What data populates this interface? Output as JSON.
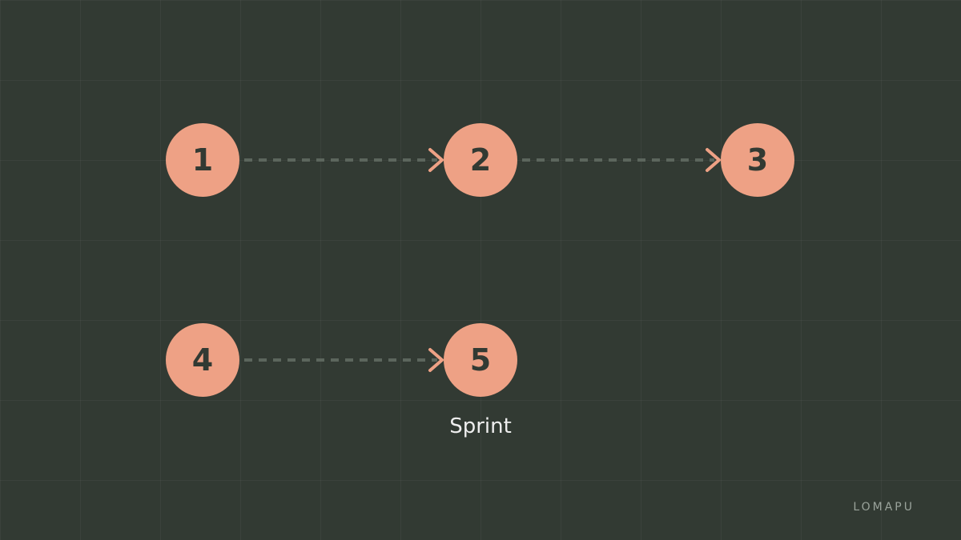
{
  "theme": {
    "background": "#323a33",
    "node_fill": "#eea185",
    "node_text": "#323a33",
    "label_text": "#eeeeee",
    "connector": "#5c665d",
    "arrow": "#eea185",
    "brand_text": "#9aa39b"
  },
  "steps": [
    {
      "number": "1",
      "label": ""
    },
    {
      "number": "2",
      "label": ""
    },
    {
      "number": "3",
      "label": ""
    },
    {
      "number": "4",
      "label": ""
    },
    {
      "number": "5",
      "label": "Sprint"
    }
  ],
  "connections": [
    {
      "from": 0,
      "to": 1
    },
    {
      "from": 1,
      "to": 2
    },
    {
      "from": 3,
      "to": 4
    }
  ],
  "brand": "LOMAPU"
}
